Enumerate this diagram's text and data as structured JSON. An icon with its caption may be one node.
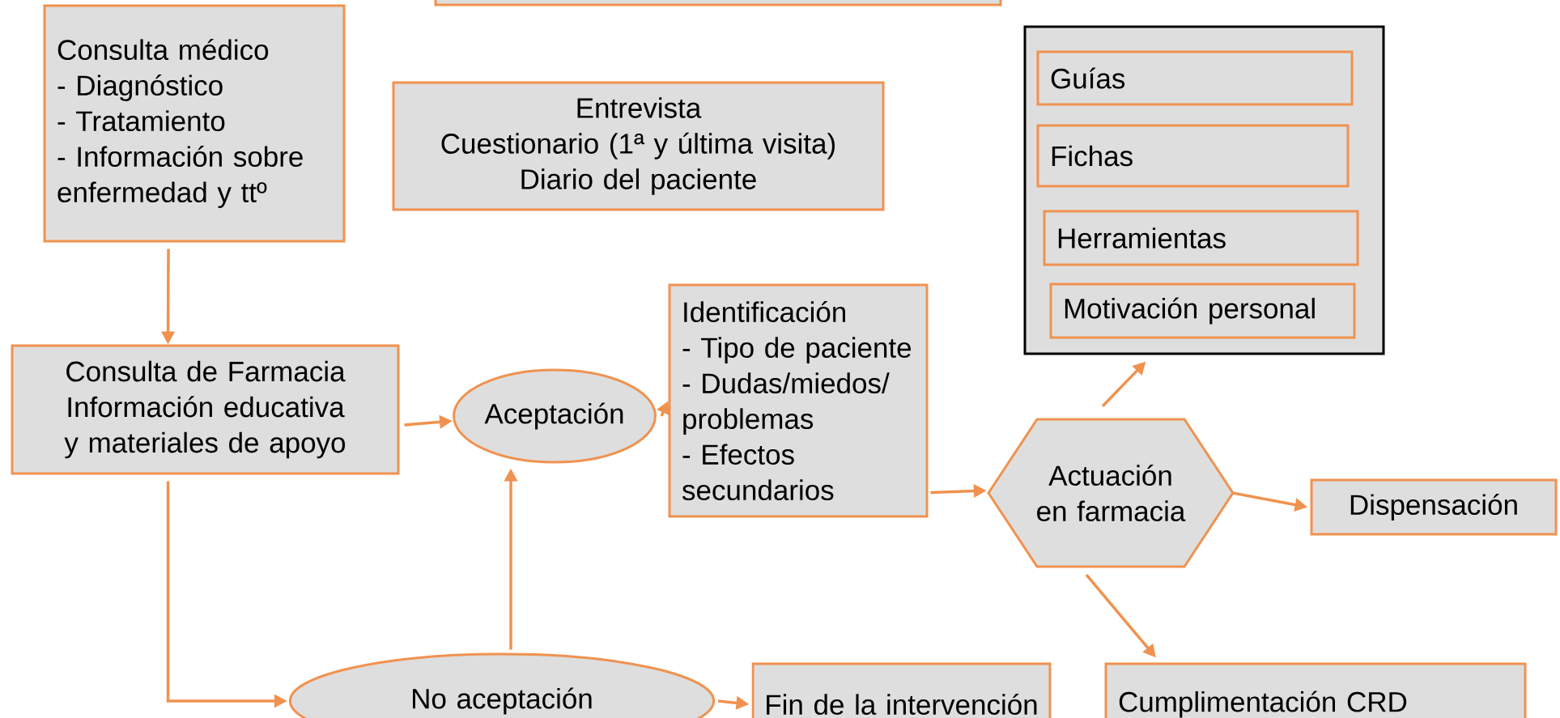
{
  "diagram": {
    "nodes": [
      {
        "text": [],
        "shape": "box"
      },
      {
        "text": [
          "Consulta médico",
          "- Diagnóstico",
          "- Tratamiento",
          "- Información sobre enfermedad y ttº"
        ]
      },
      {
        "text": [
          "Entrevista",
          "Cuestionario (1ª y última visita)",
          "Diario del paciente"
        ]
      },
      {
        "text": [
          "Consulta de Farmacia",
          "Información educativa y materiales de apoyo"
        ]
      },
      {
        "text": [
          "Aceptación"
        ]
      },
      {
        "text": [
          "Identificación",
          "- Tipo de paciente",
          "- Dudas/miedos/ problemas",
          "- Efectos secundarios"
        ]
      },
      {
        "text": [],
        "shape": "box"
      },
      {
        "text": [
          "Guías"
        ],
        "in": 6
      },
      {
        "text": [
          "Fichas"
        ],
        "in": 6
      },
      {
        "text": [
          "Herramientas"
        ],
        "in": 6
      },
      {
        "text": [
          "Motivación personal"
        ],
        "in": 6
      },
      {
        "text": [
          "Actuación en farmacia"
        ]
      },
      {
        "text": [
          "Dispensación"
        ]
      },
      {
        "text": [
          "No aceptación"
        ]
      },
      {
        "text": [
          "Fin de la intervención"
        ]
      },
      {
        "text": [
          "Cumplimentación CRD"
        ]
      }
    ],
    "edges": [
      {
        "from": 1,
        "to": 3,
        "arrow": "to"
      },
      {
        "from": 3,
        "to": 4,
        "arrow": "to"
      },
      {
        "from": 3,
        "to": 13,
        "arrow": "to"
      },
      {
        "from": 13,
        "to": 4,
        "arrow": "to"
      },
      {
        "from": 4,
        "to": 5,
        "arrow": "to"
      },
      {
        "from": 5,
        "to": 11,
        "arrow": "to"
      },
      {
        "from": 11,
        "to": 6,
        "arrow": "to"
      },
      {
        "from": 11,
        "to": 12,
        "arrow": "to"
      },
      {
        "from": 11,
        "to": 15,
        "arrow": "to"
      },
      {
        "from": 13,
        "to": 14,
        "arrow": "to"
      }
    ]
  }
}
